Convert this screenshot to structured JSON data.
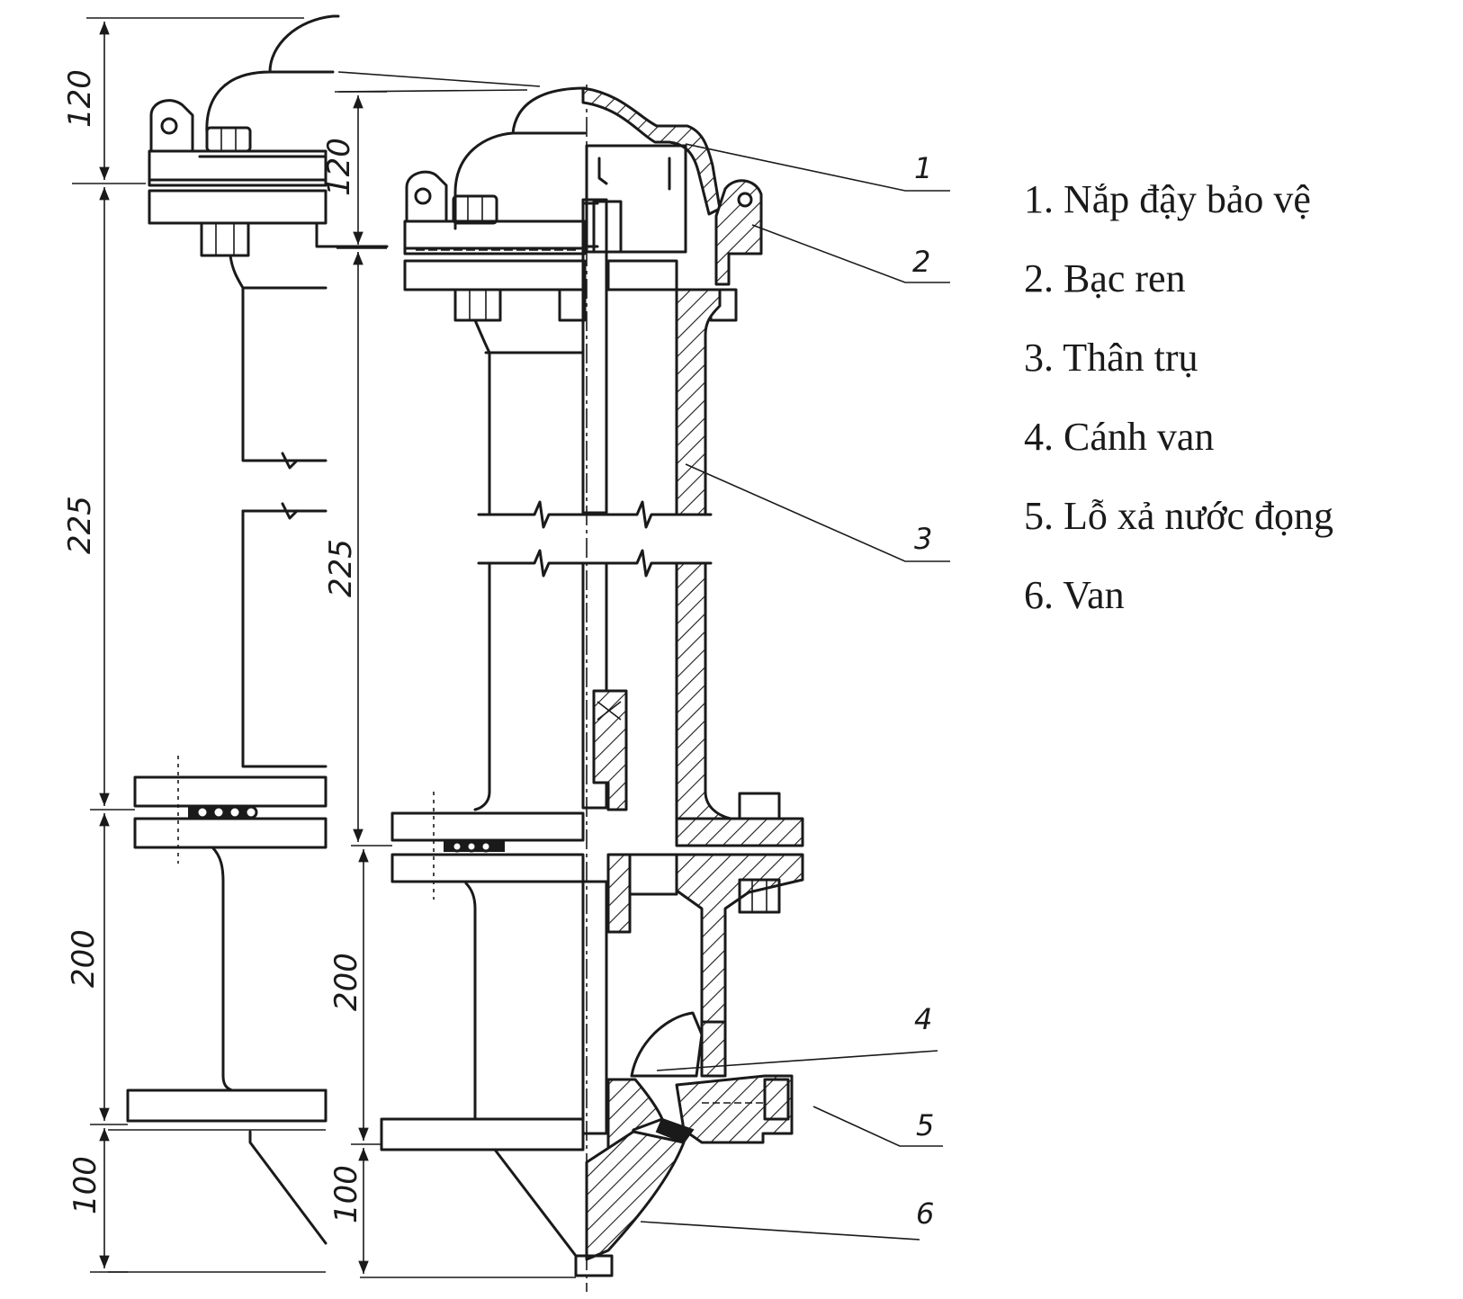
{
  "dimensions": {
    "left": [
      "120",
      "225",
      "200",
      "100"
    ],
    "right": [
      "120",
      "225",
      "200",
      "100"
    ]
  },
  "callouts": [
    "1",
    "2",
    "3",
    "4",
    "5",
    "6"
  ],
  "legend": [
    "1. Nắp đậy bảo vệ",
    "2. Bạc ren",
    "3. Thân trụ",
    "4. Cánh van",
    "5. Lỗ xả nước đọng",
    "6. Van"
  ]
}
